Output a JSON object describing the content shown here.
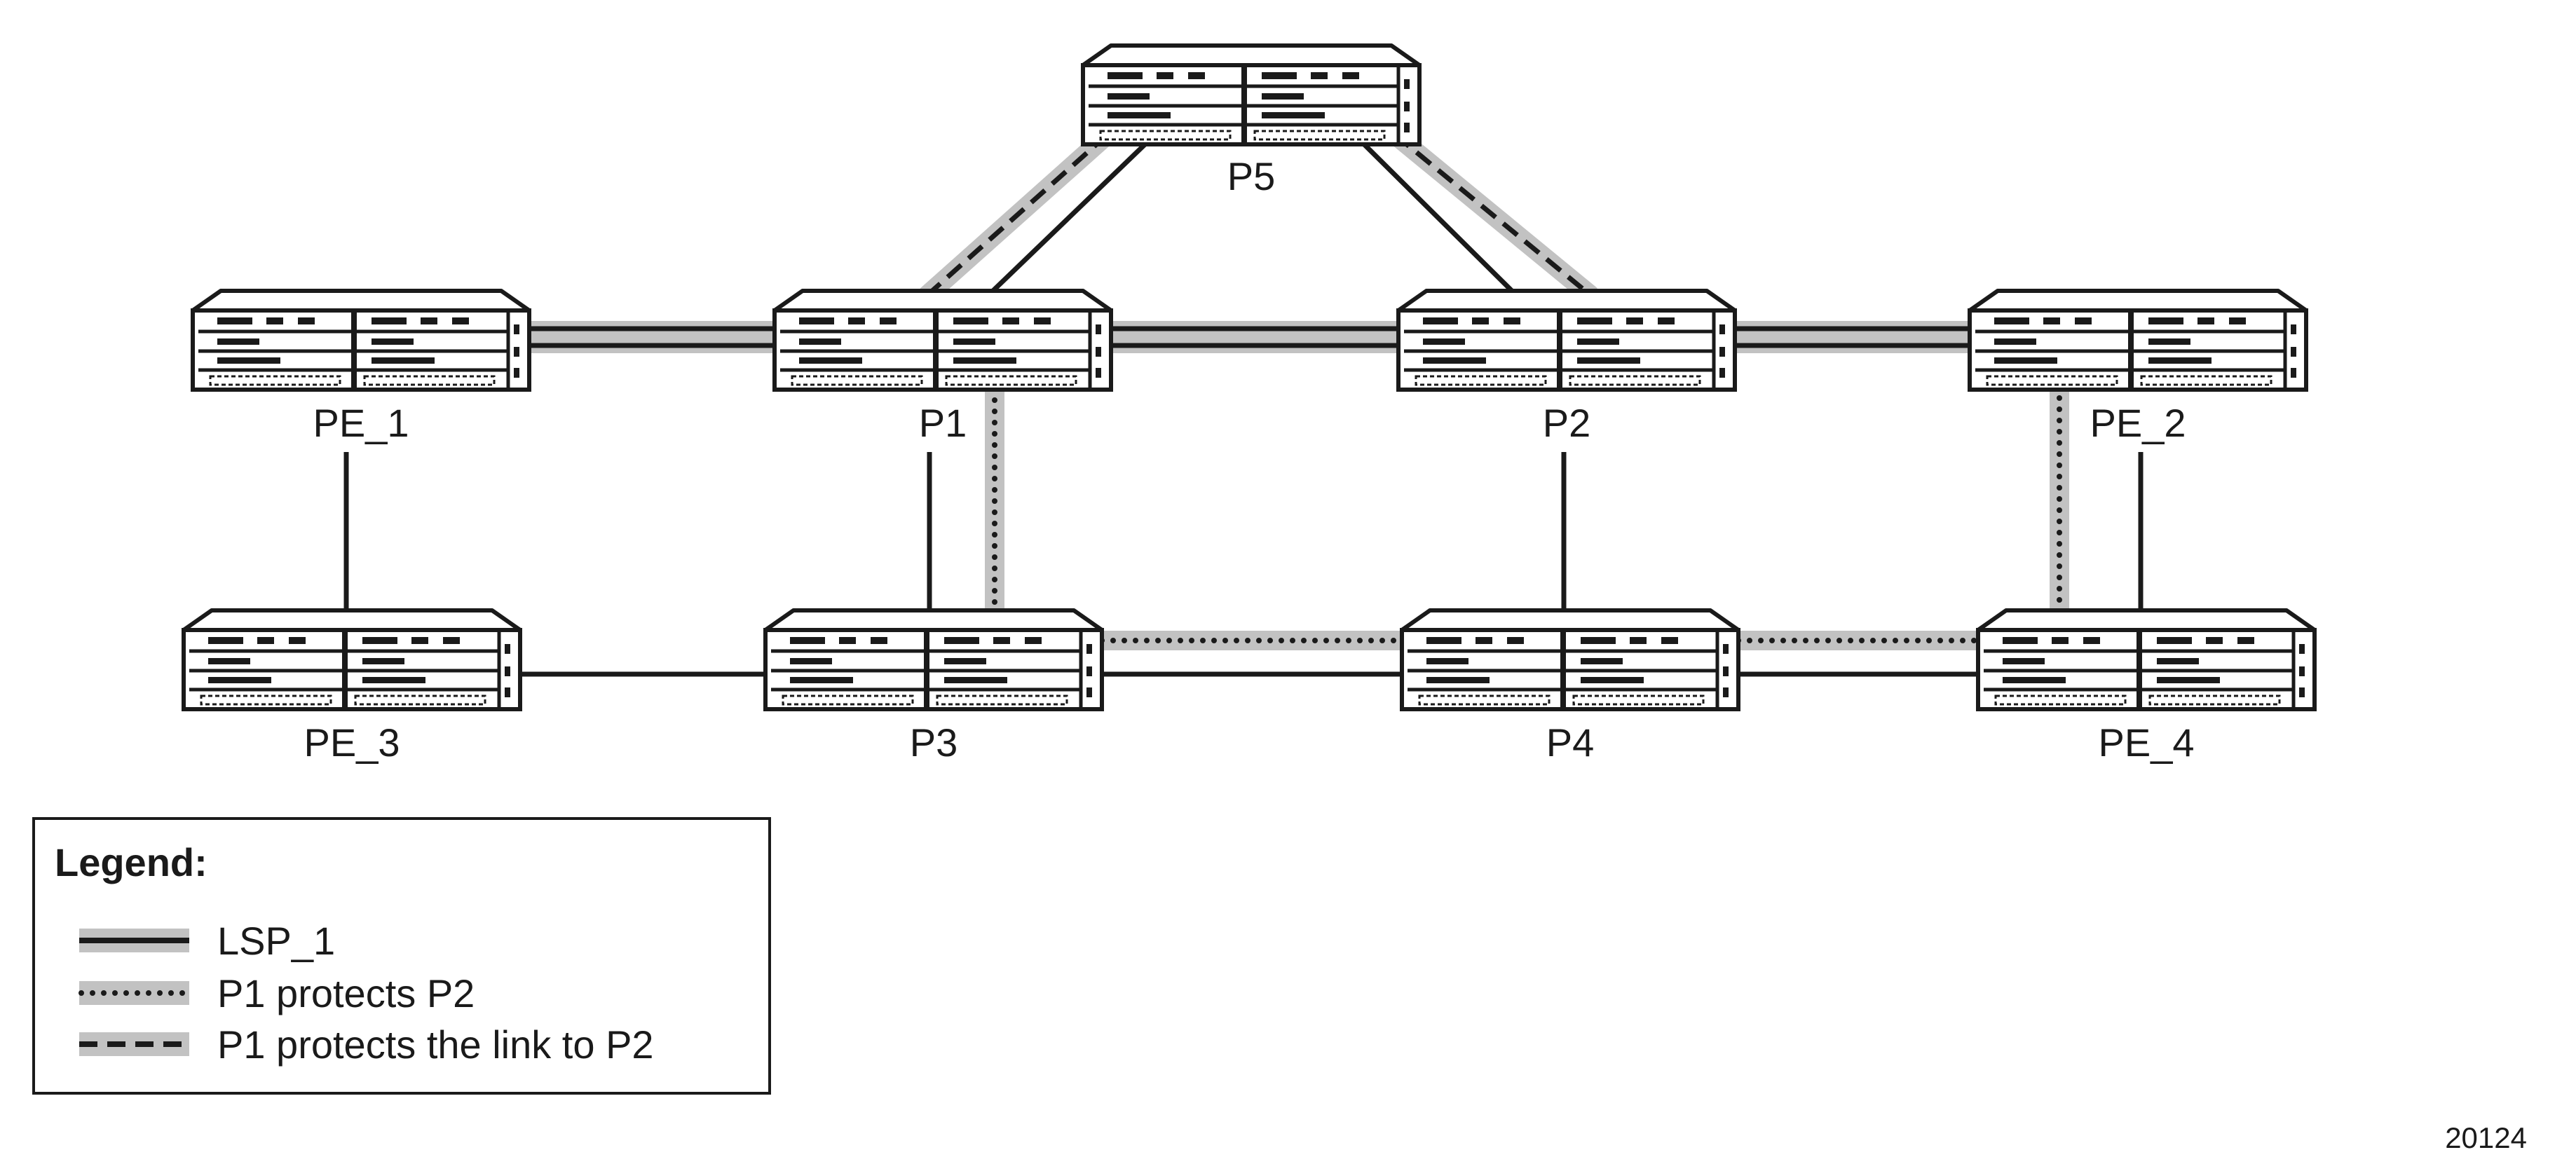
{
  "nodes": [
    {
      "id": "P5",
      "label": "P5"
    },
    {
      "id": "PE_1",
      "label": "PE_1"
    },
    {
      "id": "P1",
      "label": "P1"
    },
    {
      "id": "P2",
      "label": "P2"
    },
    {
      "id": "PE_2",
      "label": "PE_2"
    },
    {
      "id": "PE_3",
      "label": "PE_3"
    },
    {
      "id": "P3",
      "label": "P3"
    },
    {
      "id": "P4",
      "label": "P4"
    },
    {
      "id": "PE_4",
      "label": "PE_4"
    }
  ],
  "links": [
    {
      "from": "PE_1",
      "to": "P1",
      "style": "lsp"
    },
    {
      "from": "P1",
      "to": "P2",
      "style": "lsp"
    },
    {
      "from": "P2",
      "to": "PE_2",
      "style": "lsp"
    },
    {
      "from": "P1",
      "to": "P5",
      "style": "plain"
    },
    {
      "from": "P5",
      "to": "P2",
      "style": "plain"
    },
    {
      "from": "P1",
      "to": "P5",
      "style": "link-protect"
    },
    {
      "from": "P5",
      "to": "P2",
      "style": "link-protect"
    },
    {
      "from": "P1",
      "to": "P3",
      "style": "node-protect"
    },
    {
      "from": "P3",
      "to": "P4",
      "style": "node-protect"
    },
    {
      "from": "P4",
      "to": "PE_4",
      "style": "node-protect"
    },
    {
      "from": "PE_4",
      "to": "PE_2",
      "style": "node-protect"
    },
    {
      "from": "PE_1",
      "to": "PE_3",
      "style": "plain"
    },
    {
      "from": "P1",
      "to": "P3",
      "style": "plain"
    },
    {
      "from": "P2",
      "to": "P4",
      "style": "plain"
    },
    {
      "from": "PE_2",
      "to": "PE_4",
      "style": "plain"
    },
    {
      "from": "PE_3",
      "to": "P3",
      "style": "plain"
    },
    {
      "from": "P3",
      "to": "P4",
      "style": "plain"
    },
    {
      "from": "P4",
      "to": "PE_4",
      "style": "plain"
    }
  ],
  "legend": {
    "title": "Legend:",
    "items": [
      {
        "style": "lsp",
        "label": "LSP_1"
      },
      {
        "style": "node-protect",
        "label": "P1 protects P2"
      },
      {
        "style": "link-protect",
        "label": "P1 protects the link to P2"
      }
    ]
  },
  "figure_id": "20124",
  "colors": {
    "line": "#1a1a1a",
    "highlight": "#c2c2c2",
    "background": "#ffffff"
  }
}
